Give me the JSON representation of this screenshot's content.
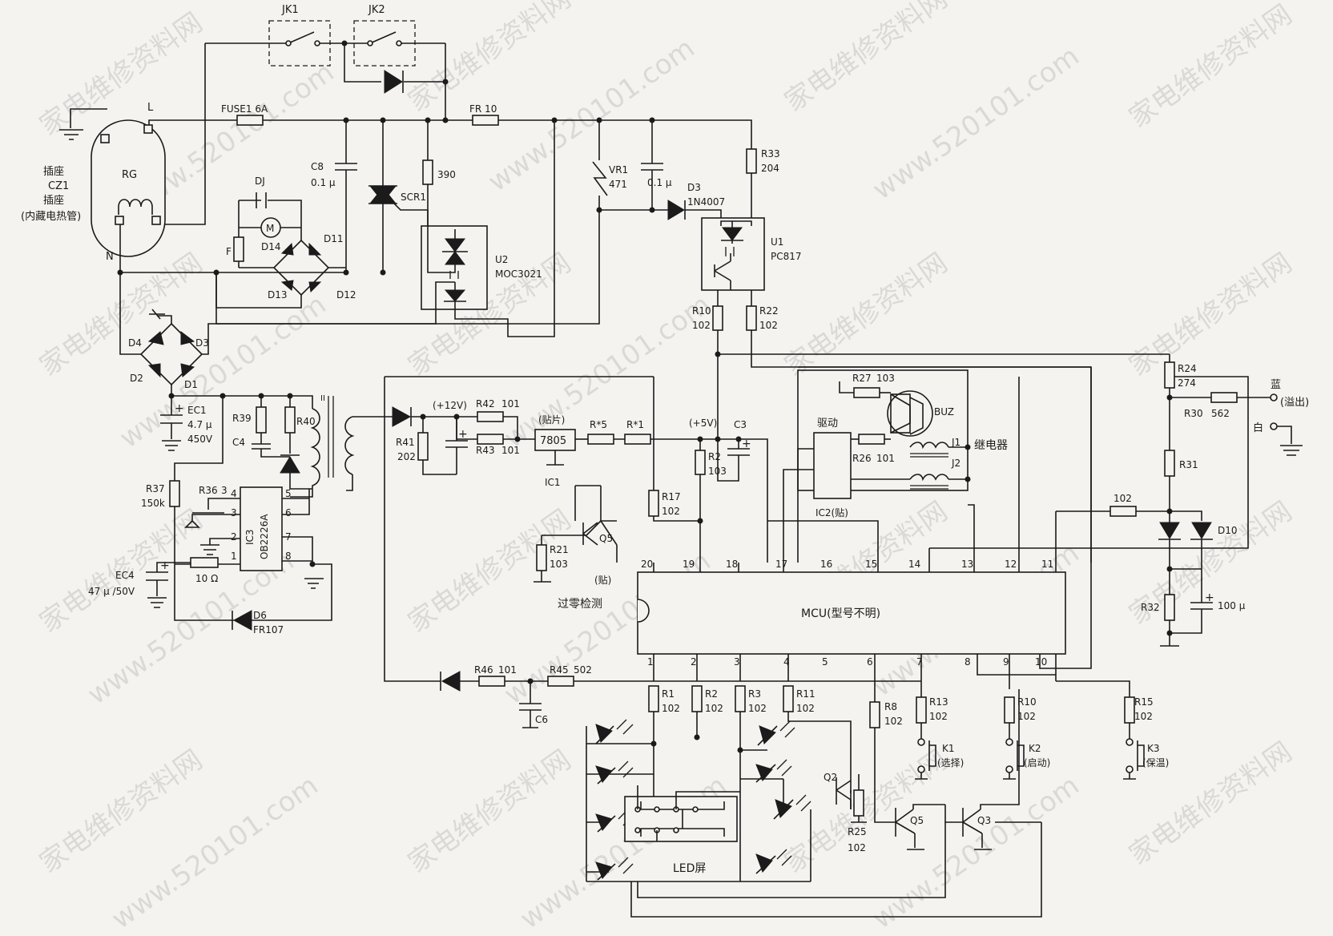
{
  "labels": {
    "jk1": "JK1",
    "jk2": "JK2",
    "L": "L",
    "N": "N",
    "rg": "RG",
    "socket1": "插座",
    "socket_cz1": "CZ1",
    "socket2": "插座",
    "heater": "(内藏电热管)",
    "fuse1": "FUSE1 6A",
    "fr": "FR 10",
    "c8": "C8",
    "c8v": "0.1 μ",
    "dj": "DJ",
    "f": "F",
    "d14": "D14",
    "d11": "D11",
    "d13": "D13",
    "d12": "D12",
    "r390": "390",
    "scr1": "SCR1",
    "u2": "U2",
    "u2p": "MOC3021",
    "vr1": "VR1",
    "vr1v": "471",
    "c_01": "0.1 μ",
    "d3a": "D3",
    "d3b": "1N4007",
    "r33": "R33",
    "r33v": "204",
    "u1": "U1",
    "u1p": "PC817",
    "r10a": "R10",
    "r10av": "102",
    "r22": "R22",
    "r22v": "102",
    "d4": "D4",
    "d3": "D3",
    "d2": "D2",
    "d1": "D1",
    "ec1": "EC1",
    "ec1a": "4.7 μ",
    "ec1b": "450V",
    "r39": "R39",
    "r40": "R40",
    "c4": "C4",
    "r37": "R37",
    "r37v": "150k",
    "r36": "R36",
    "r36v": "3",
    "ic3": "IC3",
    "ic3p": "OB2226A",
    "p4": "4",
    "p3": "3",
    "p2": "2",
    "p1": "1",
    "p5": "5",
    "p6": "6",
    "p7": "7",
    "p8": "8",
    "r10o": "10 Ω",
    "ec4": "EC4",
    "ec4v": "47 μ /50V",
    "d6": "D6",
    "d6p": "FR107",
    "v12": "(+12V)",
    "r42": "R42",
    "r42v": "101",
    "r43": "R43",
    "r43v": "101",
    "r41": "R41",
    "r41v": "202",
    "tiepian": "(贴片)",
    "ic7805": "7805",
    "ic1": "IC1",
    "rs5": "R*5",
    "rs1": "R*1",
    "v5": "(+5V)",
    "c3": "C3",
    "r2a": "R2",
    "r2av": "103",
    "r17": "R17",
    "r17v": "102",
    "r21": "R21",
    "r21v": "103",
    "q5a": "Q5",
    "tie": "(贴)",
    "zero": "过零检测",
    "r27": "R27",
    "r27v": "103",
    "drive": "驱动",
    "buz": "BUZ",
    "j1": "J1",
    "j2": "J2",
    "relay": "继电器",
    "r26": "R26",
    "r26v": "101",
    "ic2": "IC2(贴)",
    "r24": "R24",
    "r24v": "274",
    "r30": "R30",
    "r30v": "562",
    "blue": "蓝",
    "overflow": "(溢出)",
    "white": "白",
    "r31": "R31",
    "r102": "102",
    "d10": "D10",
    "r32": "R32",
    "c100": "100 μ",
    "mcu": "MCU(型号不明)",
    "t20": "20",
    "t19": "19",
    "t18": "18",
    "t17": "17",
    "t16": "16",
    "t15": "15",
    "t14": "14",
    "t13": "13",
    "t12": "12",
    "t11": "11",
    "b1": "1",
    "b2": "2",
    "b3": "3",
    "b4": "4",
    "b5": "5",
    "b6": "6",
    "b7": "7",
    "b8": "8",
    "b9": "9",
    "b10": "10",
    "r46": "R46",
    "r46v": "101",
    "r45": "R45",
    "r45v": "502",
    "c6": "C6",
    "r1": "R1",
    "r1v": "102",
    "r2b": "R2",
    "r2bv": "102",
    "r3": "R3",
    "r3v": "102",
    "r11": "R11",
    "r11v": "102",
    "r8": "R8",
    "r8v": "102",
    "r13": "R13",
    "r13v": "102",
    "r10b": "R10",
    "r10bv": "102",
    "r15": "R15",
    "r15v": "102",
    "k1": "K1",
    "k1t": "(选择)",
    "k2": "K2",
    "k2t": "(启动)",
    "k3": "K3",
    "k3t": "(保温)",
    "q2": "Q2",
    "r25": "R25",
    "r25v": "102",
    "q5b": "Q5",
    "q3": "Q3",
    "led": "LED屏"
  },
  "watermark": {
    "cn": "家电维修资料网",
    "url": "www.520101.com"
  },
  "colors": {
    "ink": "#1b1b1b",
    "paper": "#f4f3ef",
    "watermark": "#9a9a9a"
  }
}
